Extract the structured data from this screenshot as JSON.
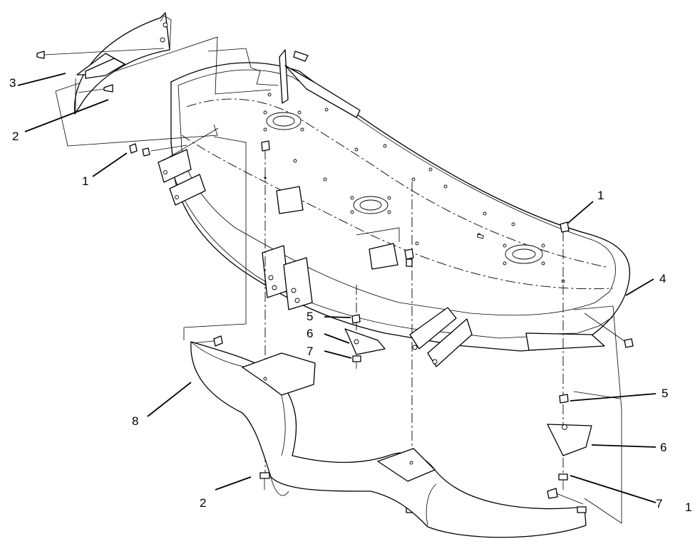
{
  "diagram": {
    "callouts": [
      {
        "id": "c1a",
        "label": "1"
      },
      {
        "id": "c2a",
        "label": "2"
      },
      {
        "id": "c3",
        "label": "3"
      },
      {
        "id": "c1b",
        "label": "1"
      },
      {
        "id": "c4",
        "label": "4"
      },
      {
        "id": "c5a",
        "label": "5"
      },
      {
        "id": "c6a",
        "label": "6"
      },
      {
        "id": "c7a",
        "label": "7"
      },
      {
        "id": "c5b",
        "label": "5"
      },
      {
        "id": "c6b",
        "label": "6"
      },
      {
        "id": "c7b",
        "label": "7"
      },
      {
        "id": "c8",
        "label": "8"
      },
      {
        "id": "c2b",
        "label": "2"
      }
    ],
    "sheet_number": "1"
  }
}
